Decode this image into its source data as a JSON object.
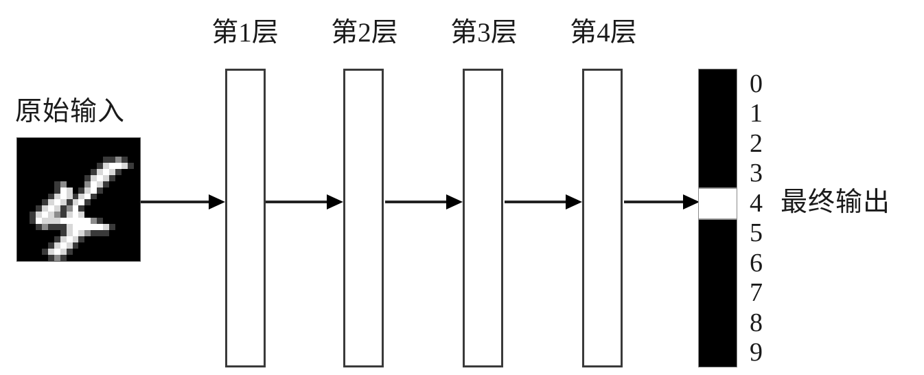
{
  "diagram": {
    "title_text": "Neural network layer diagram",
    "input": {
      "label": "原始输入",
      "image_alt": "handwritten-digit-4",
      "image_background": "#000000",
      "image_stroke_color": "#ffffff",
      "depicted_digit": "4",
      "pixel_rows": [
        "00000000000000000000",
        "00000000000000000000",
        "00000000000000000000",
        "00000000000000112100",
        "00000000000001344310",
        "00000000000013431000",
        "00000000000134310000",
        "00000012000243100000",
        "00000014301341000000",
        "00000134313410000000",
        "00001343134100000000",
        "00013431241000000000",
        "00134321343000000000",
        "00143334444421000000",
        "00012111344444310000",
        "00000001343211100000",
        "00000013431000000000",
        "00000134310000000000",
        "00001343100000000000",
        "00000121000000000000"
      ]
    },
    "layers": [
      {
        "label": "第1层"
      },
      {
        "label": "第2层"
      },
      {
        "label": "第3层"
      },
      {
        "label": "第4层"
      }
    ],
    "output": {
      "label": "最终输出",
      "classes": [
        "0",
        "1",
        "2",
        "3",
        "4",
        "5",
        "6",
        "7",
        "8",
        "9"
      ],
      "active_index": 4,
      "active_color": "#ffffff",
      "inactive_color": "#000000"
    },
    "arrows": [
      {
        "name": "arrow-input-to-layer1"
      },
      {
        "name": "arrow-layer1-to-layer2"
      },
      {
        "name": "arrow-layer2-to-layer3"
      },
      {
        "name": "arrow-layer3-to-layer4"
      },
      {
        "name": "arrow-layer4-to-output"
      }
    ],
    "colors": {
      "background": "#ffffff",
      "stroke": "#3a3a3a",
      "text": "#1a1a1a"
    }
  }
}
